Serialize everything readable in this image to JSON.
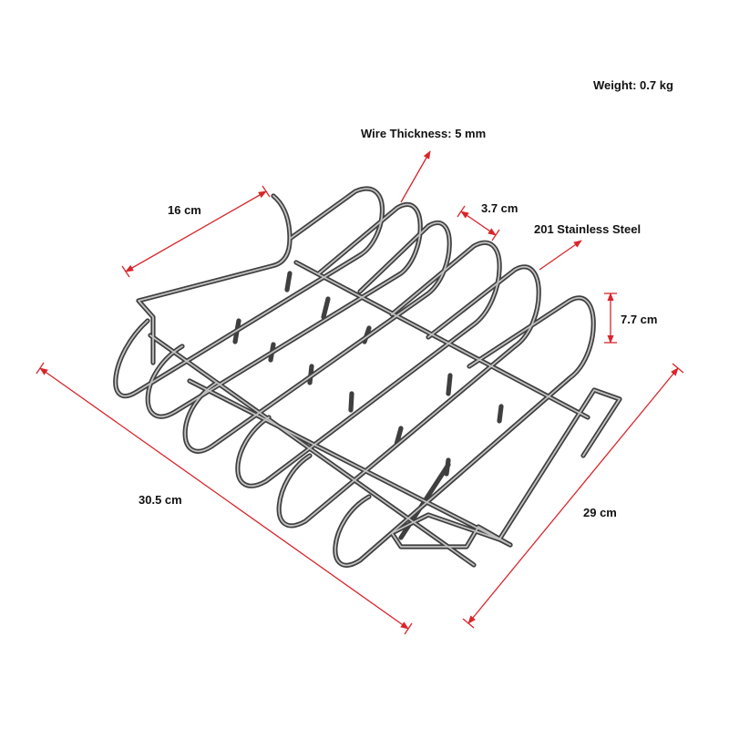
{
  "labels": {
    "weight": "Weight: 0.7 kg",
    "wire_thickness": "Wire Thickness: 5 mm",
    "width": "16 cm",
    "spacing": "3.7 cm",
    "material": "201 Stainless Steel",
    "height": "7.7 cm",
    "length": "30.5 cm",
    "depth": "29 cm"
  },
  "colors": {
    "dimension_line": "#d9252a",
    "wire_dark": "#3f3f3f",
    "wire_light": "#c9c9c9",
    "text": "#111111"
  }
}
